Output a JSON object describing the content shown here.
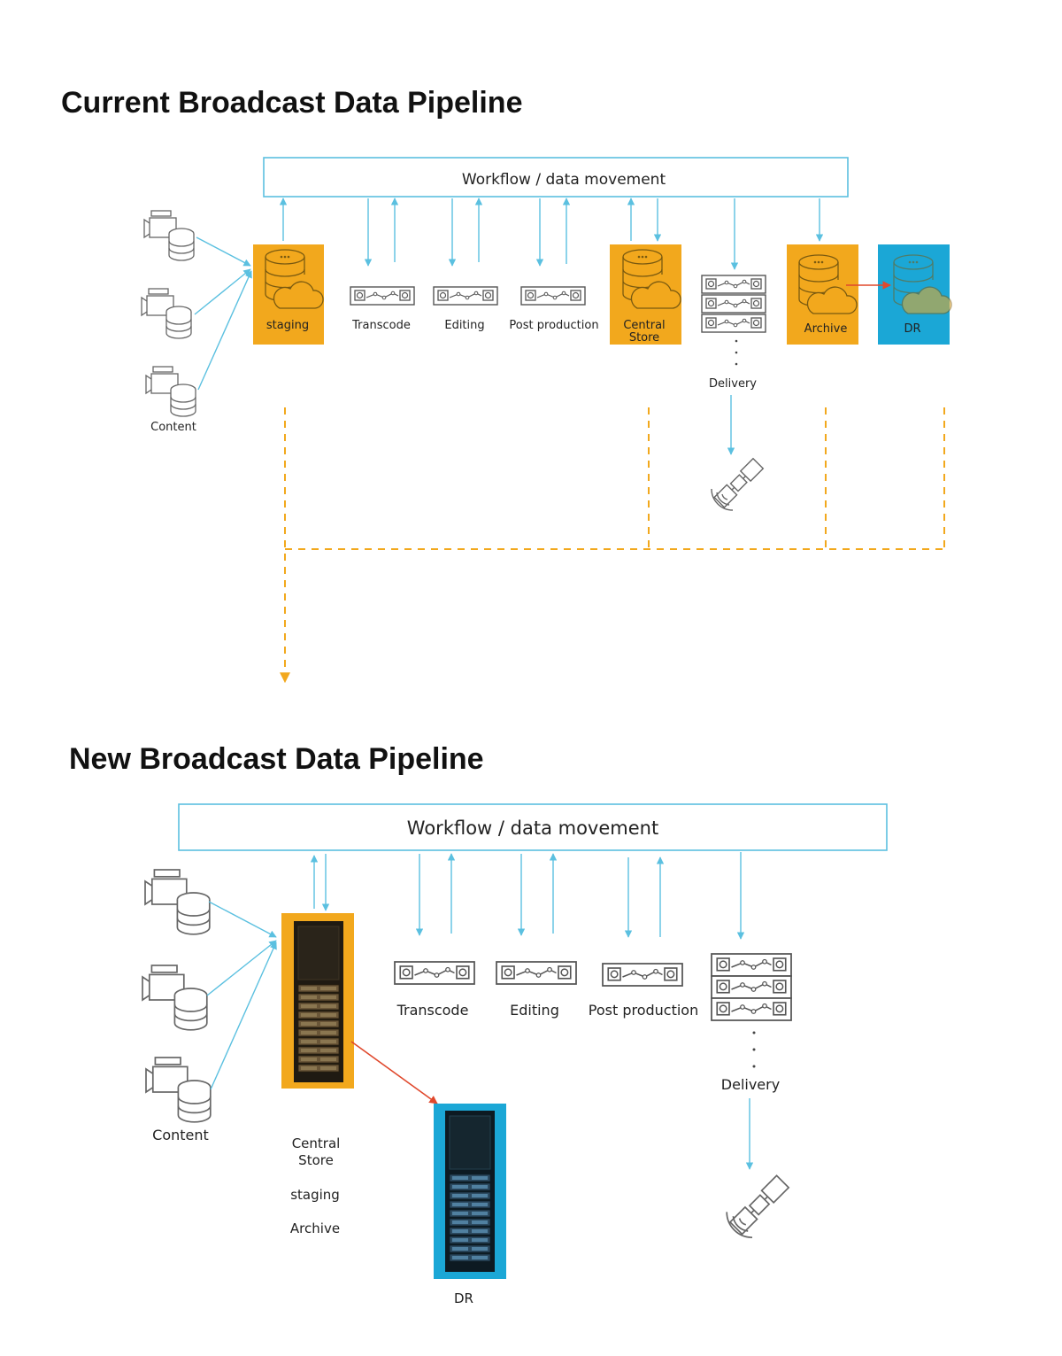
{
  "current": {
    "title": "Current Broadcast Data Pipeline",
    "workflow_label": "Workflow / data movement",
    "content_label": "Content",
    "staging_label": "staging",
    "transcode_label": "Transcode",
    "editing_label": "Editing",
    "postprod_label": "Post production",
    "central_store_label_1": "Central",
    "central_store_label_2": "Store",
    "delivery_label": "Delivery",
    "archive_label": "Archive",
    "dr_label": "DR"
  },
  "new": {
    "title": "New Broadcast Data Pipeline",
    "workflow_label": "Workflow / data movement",
    "content_label": "Content",
    "transcode_label": "Transcode",
    "editing_label": "Editing",
    "postprod_label": "Post production",
    "delivery_label": "Delivery",
    "central_store_label_1": "Central",
    "central_store_label_2": "Store",
    "staging_label": "staging",
    "archive_label": "Archive",
    "dr_label": "DR"
  },
  "colors": {
    "flow": "#5bc0e0",
    "orange": "#f2a81d",
    "blue": "#1ba7d6",
    "replication": "#e0482c",
    "icon_stroke": "#555555"
  }
}
